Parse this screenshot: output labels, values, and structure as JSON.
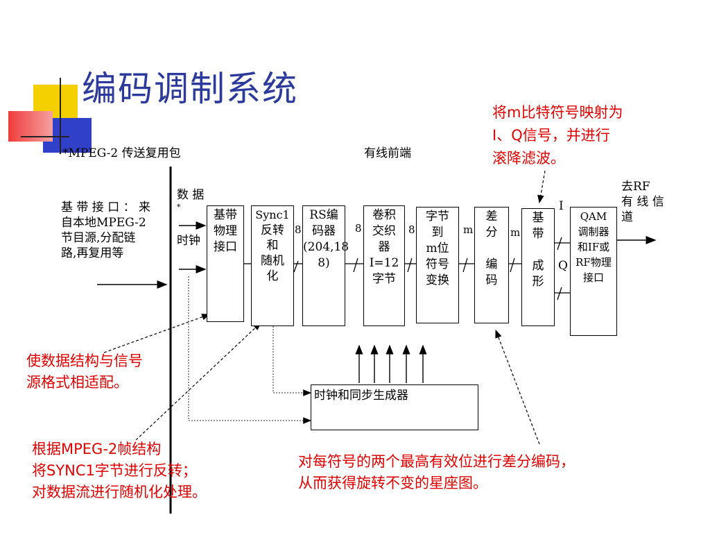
{
  "title": "编码调制系统",
  "header_left": "*MPEG-2 传送复用包",
  "header_center": "有线前端",
  "baseband_interface": [
    "基 带 接 口 ： 来",
    "自本地MPEG-2",
    "节目源,分配链",
    "路,再复用等"
  ],
  "data_label": "数 据",
  "data_star": "*",
  "clock_label": "时钟",
  "blocks": {
    "physical_interface": [
      "基带",
      "物理",
      "接口"
    ],
    "sync_invert": [
      "Sync1",
      "反转",
      "和",
      "随机",
      "化"
    ],
    "rs_encoder": [
      "RS编",
      "码器",
      "(204,18",
      "8)"
    ],
    "interleaver": [
      "卷积",
      "交织",
      "器",
      "I=12",
      "字节"
    ],
    "byte_to_symbol": [
      "字节",
      "到",
      "m位",
      "符号",
      "变换"
    ],
    "diff_encoding": [
      "差",
      "分",
      "",
      "编",
      "码"
    ],
    "baseband_shaping": [
      "基",
      "带",
      "",
      "成",
      "形"
    ],
    "qam_modulator": [
      "QAM",
      "调制器",
      "和IF或",
      "RF物理",
      "接口"
    ]
  },
  "bus_labels": {
    "w1": "8",
    "w2": "8",
    "w3": "8",
    "m1": "m",
    "m2": "m",
    "i": "I",
    "q": "Q"
  },
  "output_label": [
    "去RF",
    "有 线 信",
    "道"
  ],
  "clock_generator": "时钟和同步生成器",
  "notes": {
    "qam_mapping": [
      "将m比特符号映射为",
      "I、Q信号，并进行",
      "滚降滤波。"
    ],
    "data_structure": [
      "使数据结构与信号",
      "源格式相适配。"
    ],
    "sync_inversion": [
      "根据MPEG-2帧结构",
      "将SYNC1字节进行反转；",
      "对数据流进行随机化处理。"
    ],
    "diff_coding": [
      "对每符号的两个最高有效位进行差分编码，",
      "从而获得旋转不变的星座图。"
    ]
  },
  "colors": {
    "title": "#2b3a9c",
    "notes": "#e00000",
    "deco_yellow": "#f5d000",
    "deco_red": "#f03c3c",
    "deco_blue": "#3040c8"
  }
}
